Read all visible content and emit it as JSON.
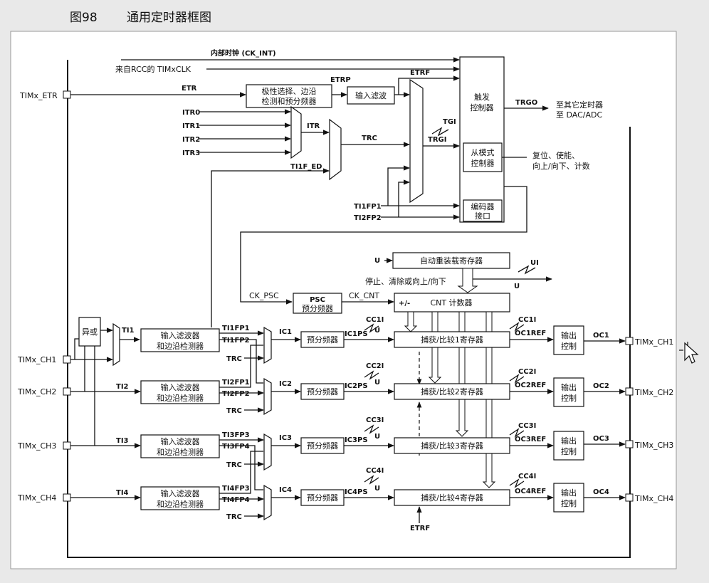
{
  "figure": {
    "number": "图98",
    "title": "通用定时器框图"
  },
  "signals": {
    "ck_int": "内部时钟 (CK_INT)",
    "rcc_clk": "来自RCC的 TIMxCLK",
    "etr": "ETR",
    "etrp": "ETRP",
    "etrf": "ETRF",
    "itr0": "ITR0",
    "itr1": "ITR1",
    "itr2": "ITR2",
    "itr3": "ITR3",
    "itr": "ITR",
    "trc": "TRC",
    "trgi": "TRGI",
    "tgi": "TGI",
    "ti1f_ed": "TI1F_ED",
    "ti1fp1": "TI1FP1",
    "ti2fp2": "TI2FP2",
    "trgo": "TRGO",
    "ck_psc": "CK_PSC",
    "ck_cnt": "CK_CNT",
    "u": "U",
    "ui": "UI",
    "plus_minus": "+/-",
    "ti1": "TI1",
    "ti2": "TI2",
    "ti3": "TI3",
    "ti4": "TI4",
    "ti2fp1": "TI2FP1",
    "ti3fp3": "TI3FP3",
    "ti4fp3": "TI4FP3",
    "ti4fp4": "TI4FP4",
    "ti1fp2": "TI1FP2",
    "ti3fp4": "TI3FP4",
    "ic1": "IC1",
    "ic2": "IC2",
    "ic3": "IC3",
    "ic4": "IC4",
    "ic1ps": "IC1PS",
    "ic2ps": "IC2PS",
    "ic3ps": "IC3PS",
    "ic4ps": "IC4PS",
    "cc1i": "CC1I",
    "cc2i": "CC2I",
    "cc3i": "CC3I",
    "cc4i": "CC4I",
    "oc1ref": "OC1REF",
    "oc2ref": "OC2REF",
    "oc3ref": "OC3REF",
    "oc4ref": "OC4REF",
    "oc1": "OC1",
    "oc2": "OC2",
    "oc3": "OC3",
    "oc4": "OC4"
  },
  "pins": {
    "etr": "TIMx_ETR",
    "ch1": "TIMx_CH1",
    "ch2": "TIMx_CH2",
    "ch3": "TIMx_CH3",
    "ch4": "TIMx_CH4"
  },
  "blocks": {
    "polarity": [
      "极性选择、边沿",
      "检测和预分频器"
    ],
    "input_filter": "输入滤波",
    "trigger_ctrl": [
      "触发",
      "控制器"
    ],
    "slave_ctrl": [
      "从模式",
      "控制器"
    ],
    "encoder": [
      "编码器",
      "接口"
    ],
    "auto_reload": "自动重装载寄存器",
    "psc": [
      "PSC",
      "预分频器"
    ],
    "cnt": "CNT 计数器",
    "xor": "异或",
    "filter_edge": [
      "输入滤波器",
      "和边沿检测器"
    ],
    "prescaler": "预分频器",
    "cc1": "捕获/比较1寄存器",
    "cc2": "捕获/比较2寄存器",
    "cc3": "捕获/比较3寄存器",
    "cc4": "捕获/比较4寄存器",
    "output_ctrl": [
      "输出",
      "控制"
    ]
  },
  "notes": {
    "to_other": [
      "至其它定时器",
      "至 DAC/ADC"
    ],
    "reset": [
      "复位、使能、",
      "向上/向下、计数"
    ],
    "stop": "停止、清除或向上/向下"
  }
}
